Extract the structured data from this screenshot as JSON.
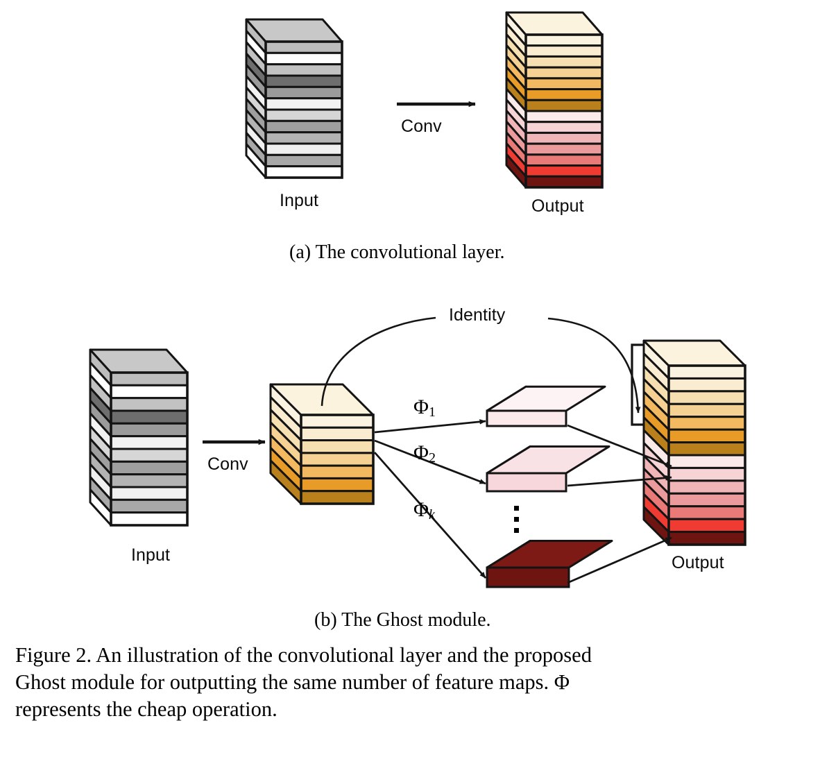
{
  "figure": {
    "number": "Figure 2.",
    "caption": "Figure 2. An illustration of the convolutional layer and the proposed Ghost module for outputting the same number of feature maps. Φ represents the cheap operation.",
    "caption_lines": [
      "Figure 2. An illustration of the convolutional layer and the proposed",
      "Ghost module for outputting the same number of feature maps. Φ",
      "represents the cheap operation."
    ]
  },
  "panel_a": {
    "subcaption": "(a)  The convolutional layer.",
    "input_label": "Input",
    "output_label": "Output",
    "op_label": "Conv",
    "op_icon": "right-arrow-icon",
    "input_stack": {
      "name": "input-feature-maps",
      "layer_count": 11,
      "colors": [
        "#bdbdbd",
        "#ffffff",
        "#c2c2c2",
        "#6e6e6e",
        "#9b9b9b",
        "#f2f2f2",
        "#d6d6d6",
        "#9f9f9f",
        "#b3b3b3",
        "#f0f0f0",
        "#a8a8a8",
        "#ffffff"
      ],
      "top_face_color": "#c8c8c8"
    },
    "output_stack": {
      "name": "output-feature-maps",
      "layer_count": 13,
      "colors": [
        "#fbf3e2",
        "#f9ecd0",
        "#f6dfb0",
        "#f5d193",
        "#f2b961",
        "#e89c27",
        "#b9801b",
        "#fbeaea",
        "#f6d4d6",
        "#f0b6b7",
        "#ec9b9c",
        "#ea7a78",
        "#ef3b32",
        "#6e1512"
      ],
      "top_face_color": "#fcf3de"
    }
  },
  "panel_b": {
    "subcaption": "(b)  The Ghost module.",
    "input_label": "Input",
    "output_label": "Output",
    "op_label": "Conv",
    "op_icon": "right-arrow-icon",
    "identity_label": "Identity",
    "identity_icon": "curved-arrow-icon",
    "bracket_icon": "bracket-icon",
    "ellipsis_icon": "vertical-ellipsis-icon",
    "cheap_ops": [
      {
        "label": "Φ",
        "sub": "1",
        "italic_sub": false,
        "map_color": "#fbeaec",
        "map_top_color": "#fdf2f4"
      },
      {
        "label": "Φ",
        "sub": "2",
        "italic_sub": false,
        "map_color": "#f7d7db",
        "map_top_color": "#f9e2e5"
      },
      {
        "label": "Φ",
        "sub": "k",
        "italic_sub": true,
        "map_color": "#6e1512",
        "map_top_color": "#7d1a16"
      }
    ],
    "input_stack": {
      "name": "input-feature-maps",
      "layer_count": 11,
      "colors": [
        "#bdbdbd",
        "#ffffff",
        "#c2c2c2",
        "#6e6e6e",
        "#9b9b9b",
        "#f2f2f2",
        "#d6d6d6",
        "#9f9f9f",
        "#b3b3b3",
        "#f0f0f0",
        "#a8a8a8",
        "#ffffff"
      ],
      "top_face_color": "#c8c8c8"
    },
    "intrinsic_stack": {
      "name": "intrinsic-feature-maps",
      "layer_count": 7,
      "colors": [
        "#fbf3e2",
        "#f9ecd0",
        "#f6dfb0",
        "#f5d193",
        "#f2b961",
        "#e89c27",
        "#b9801b"
      ],
      "top_face_color": "#fcf3de"
    },
    "output_stack": {
      "name": "output-feature-maps",
      "layer_count": 13,
      "colors": [
        "#fbf3e2",
        "#f9ecd0",
        "#f6dfb0",
        "#f5d193",
        "#f2b961",
        "#e89c27",
        "#b9801b",
        "#fbeaea",
        "#f6d4d6",
        "#f0b6b7",
        "#ec9b9c",
        "#ea7a78",
        "#ef3b32",
        "#6e1512"
      ],
      "top_face_color": "#fcf3de"
    }
  },
  "colors": {
    "stroke": "#141414",
    "background": "#ffffff",
    "text": "#000000"
  }
}
